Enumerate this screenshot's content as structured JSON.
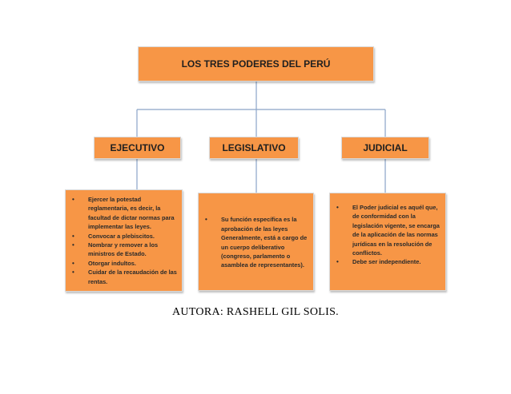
{
  "title": "LOS TRES PODERES DEL PERÚ",
  "branches": [
    {
      "name": "EJECUTIVO",
      "items": [
        "Ejercer la potestad reglamentaria, es decir, la facultad de dictar normas para implementar las leyes.",
        "Convocar a plebiscitos.",
        "Nombrar y remover a los ministros de Estado.",
        "Otorgar indultos.",
        "Cuidar de la recaudación de las rentas."
      ]
    },
    {
      "name": "LEGISLATIVO",
      "items": [
        "Su función específica es la aprobación de las leyes Generalmente, está a cargo de un cuerpo deliberativo (congreso, parlamento o asamblea de representantes)."
      ]
    },
    {
      "name": "JUDICIAL",
      "items": [
        "El Poder judicial es aquél que, de conformidad con la legislación vigente, se encarga de la aplicación de las normas jurídicas en la resolución de conflictos.",
        "Debe ser independiente."
      ]
    }
  ],
  "author": "AUTORA: RASHELL GIL SOLIS.",
  "colors": {
    "box_fill": "#f79646",
    "connector": "#8aa4c8"
  }
}
